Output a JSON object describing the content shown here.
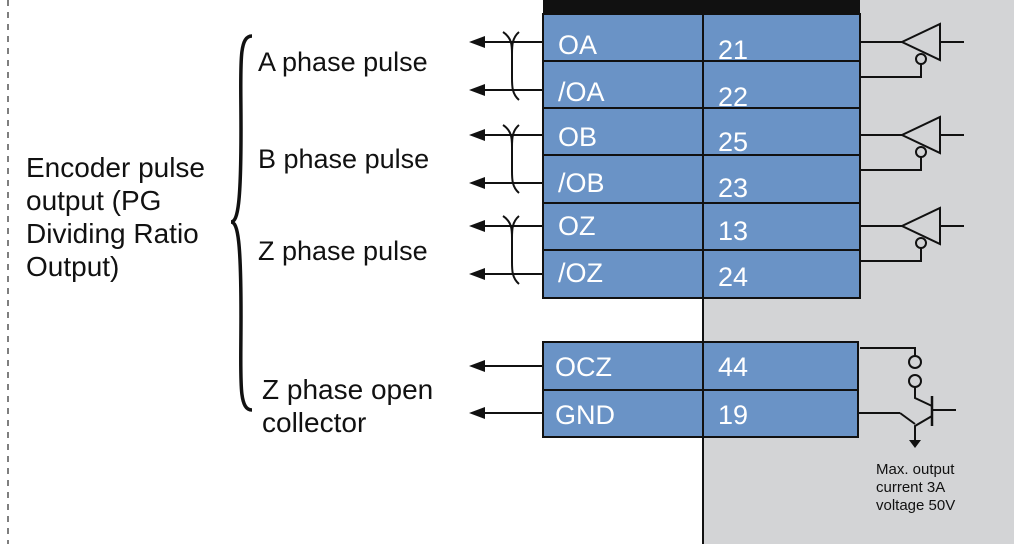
{
  "group_label": "Encoder pulse output (PG Dividing Ratio Output)",
  "signal_pairs": [
    {
      "label": "A phase pulse",
      "rows": [
        {
          "signal": "OA",
          "pin": "21"
        },
        {
          "signal": "/OA",
          "pin": "22"
        }
      ]
    },
    {
      "label": "B phase pulse",
      "rows": [
        {
          "signal": "OB",
          "pin": "25"
        },
        {
          "signal": "/OB",
          "pin": "23"
        }
      ]
    },
    {
      "label": "Z phase pulse",
      "rows": [
        {
          "signal": "OZ",
          "pin": "13"
        },
        {
          "signal": "/OZ",
          "pin": "24"
        }
      ]
    }
  ],
  "open_collector": {
    "label": "Z phase open collector",
    "rows": [
      {
        "signal": "OCZ",
        "pin": "44"
      },
      {
        "signal": "GND",
        "pin": "19"
      }
    ]
  },
  "note": {
    "line1": "Max. output",
    "line2": "current 3A",
    "line3": "voltage 50V"
  },
  "colors": {
    "cell_fill": "#6a93c6",
    "cell_border": "#111111",
    "panel_gray": "#d3d4d6",
    "line": "#111111"
  }
}
